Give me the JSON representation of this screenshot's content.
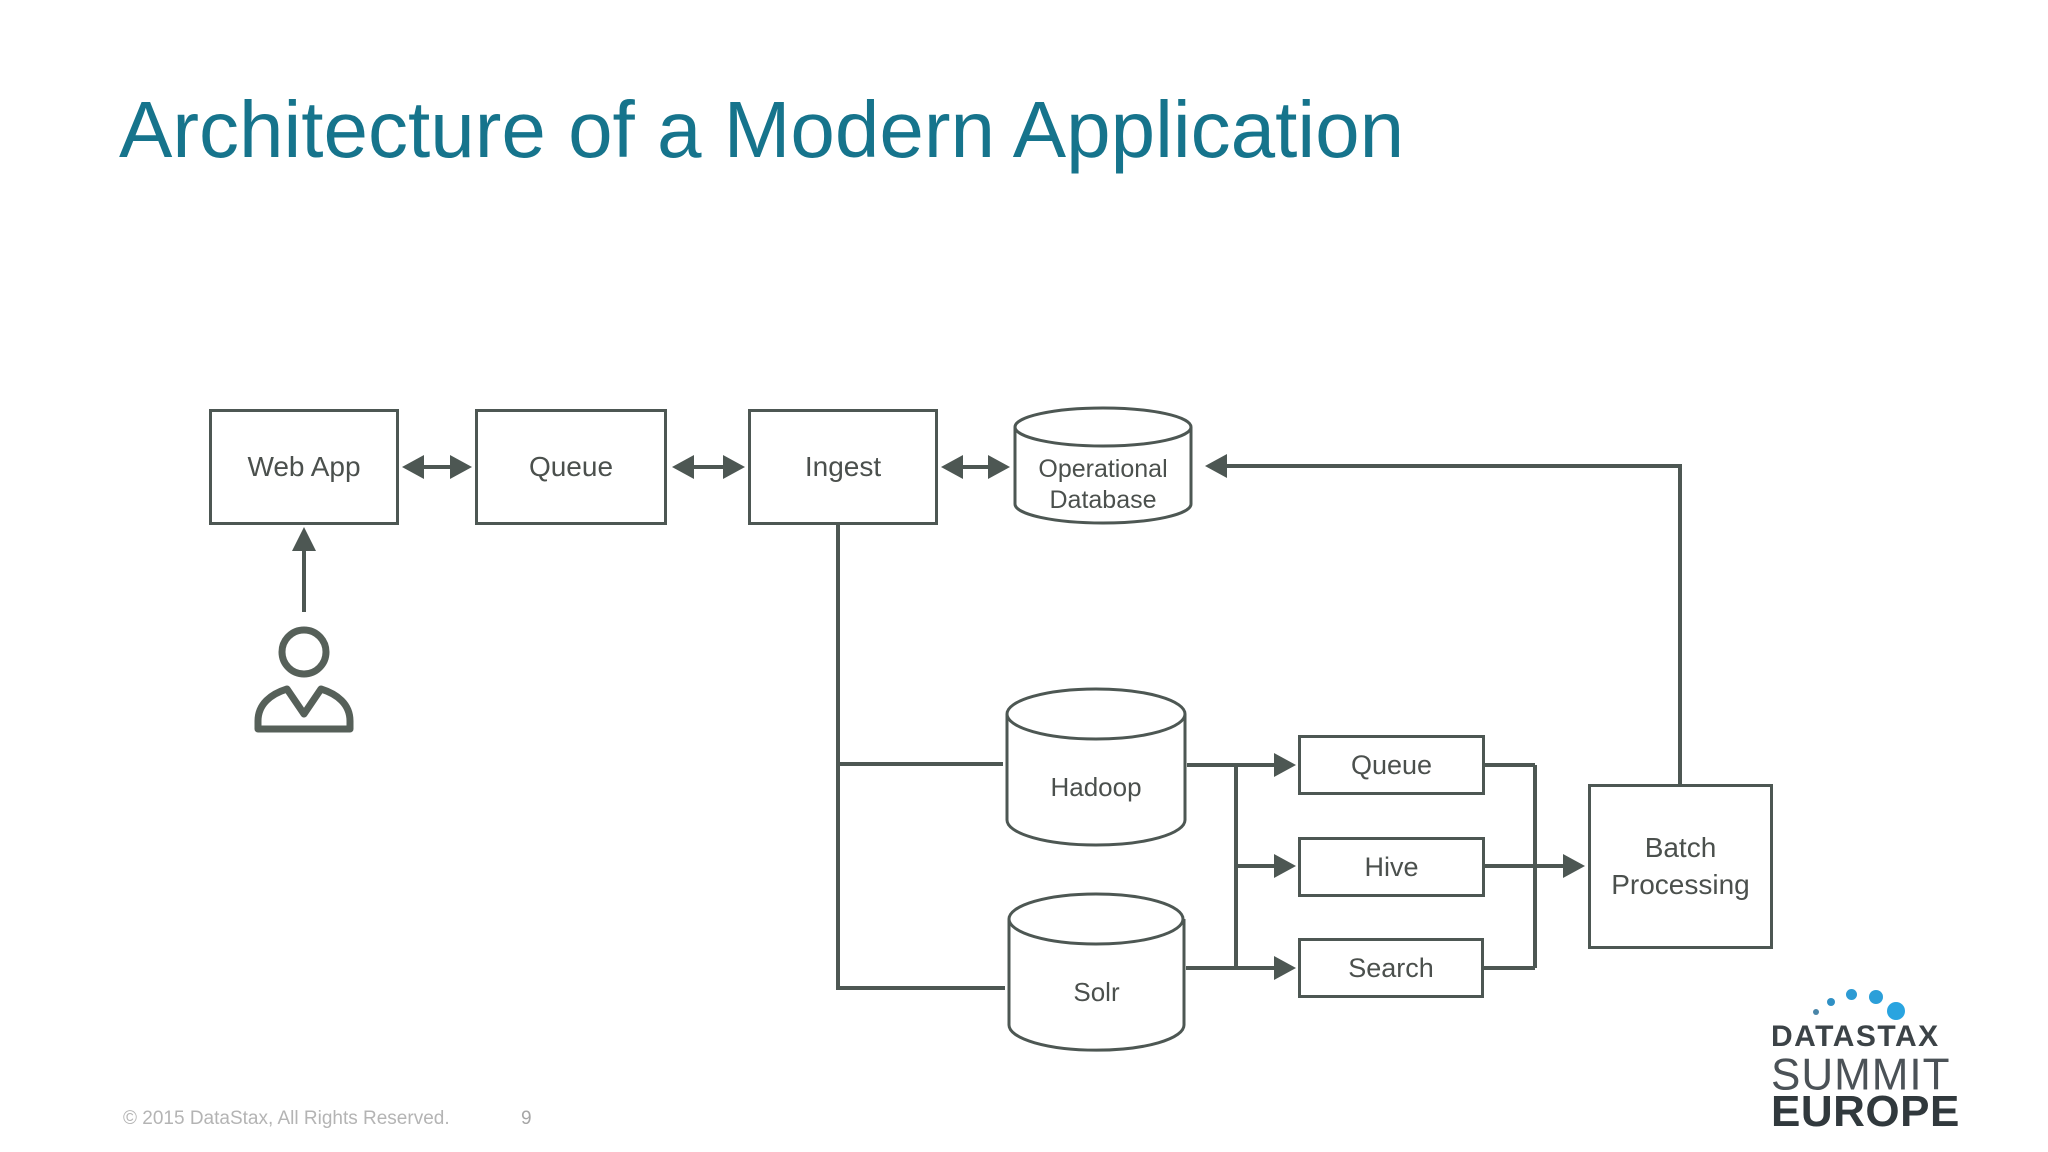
{
  "slide": {
    "title": "Architecture of a Modern Application",
    "footer_copyright": "© 2015 DataStax, All Rights Reserved.",
    "footer_page_number": "9"
  },
  "colors": {
    "title_teal": "#16748c",
    "line": "#4d5753",
    "node_text": "#4b504d",
    "footer_text": "#b4b4b4",
    "logo_text_dark": "#31393d",
    "logo_dot_blue": "#2b9fd9"
  },
  "diagram": {
    "nodes": {
      "web_app": {
        "label": "Web App",
        "type": "box"
      },
      "queue_top": {
        "label": "Queue",
        "type": "box"
      },
      "ingest": {
        "label": "Ingest",
        "type": "box"
      },
      "operational_database": {
        "label_line1": "Operational",
        "label_line2": "Database",
        "type": "cylinder"
      },
      "hadoop": {
        "label": "Hadoop",
        "type": "cylinder"
      },
      "solr": {
        "label": "Solr",
        "type": "cylinder"
      },
      "queue_mid": {
        "label": "Queue",
        "type": "box"
      },
      "hive": {
        "label": "Hive",
        "type": "box"
      },
      "search": {
        "label": "Search",
        "type": "box"
      },
      "batch_processing": {
        "label_line1": "Batch",
        "label_line2": "Processing",
        "type": "box"
      }
    },
    "edges": [
      {
        "from": "user",
        "to": "web_app",
        "style": "arrow"
      },
      {
        "from": "web_app",
        "to": "queue_top",
        "style": "double-arrow"
      },
      {
        "from": "queue_top",
        "to": "ingest",
        "style": "double-arrow"
      },
      {
        "from": "ingest",
        "to": "operational_database",
        "style": "double-arrow"
      },
      {
        "from": "ingest",
        "to": "hadoop",
        "style": "line"
      },
      {
        "from": "ingest",
        "to": "solr",
        "style": "line"
      },
      {
        "from": "hadoop",
        "to": "queue_mid",
        "style": "arrow"
      },
      {
        "from": "hadoop",
        "to": "hive",
        "style": "arrow"
      },
      {
        "from": "hadoop",
        "to": "search",
        "style": "arrow"
      },
      {
        "from": "solr",
        "to": "search",
        "style": "line"
      },
      {
        "from": "queue_mid",
        "to": "batch_processing",
        "style": "line"
      },
      {
        "from": "hive",
        "to": "batch_processing",
        "style": "arrow"
      },
      {
        "from": "search",
        "to": "batch_processing",
        "style": "line"
      },
      {
        "from": "batch_processing",
        "to": "operational_database",
        "style": "arrow"
      }
    ]
  },
  "logo": {
    "brand": "DATASTAX",
    "event": "SUMMIT",
    "location": "EUROPE"
  }
}
